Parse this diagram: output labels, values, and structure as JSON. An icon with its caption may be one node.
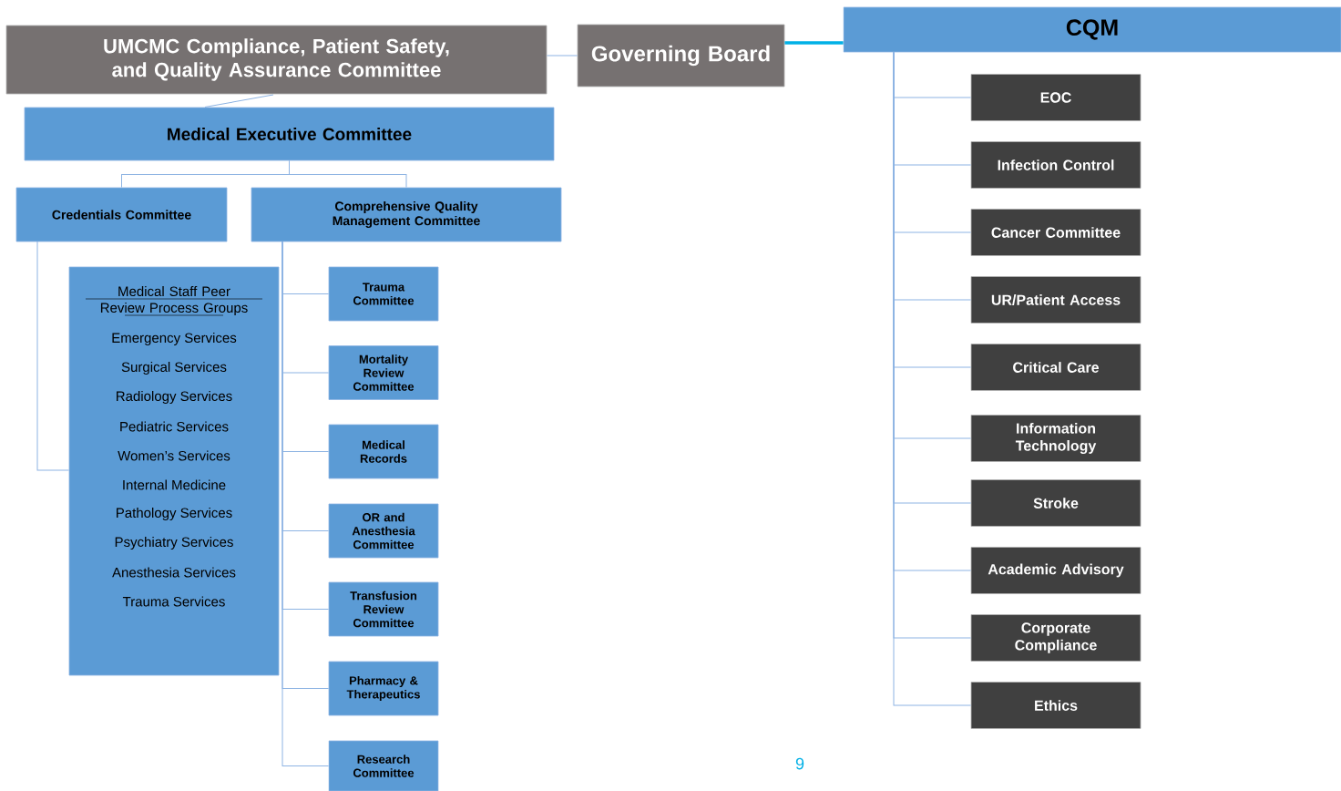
{
  "diagram": {
    "nodes": [
      {
        "text": [
          "UMCMC Compliance, Patient Safety, and Quality Assurance Committee"
        ]
      },
      {
        "text": [
          "Governing Board"
        ]
      },
      {
        "text": [
          "CQM"
        ]
      },
      {
        "text": [
          "Medical Executive Committee"
        ]
      },
      {
        "text": [
          "Credentials Committee"
        ]
      },
      {
        "text": [
          "Comprehensive Quality Management Committee"
        ]
      },
      {
        "text": [
          "Medical Staff Peer Review Process Groups",
          "Emergency Services",
          "Surgical Services",
          "Radiology Services",
          "Pediatric Services",
          "Women’s Services",
          "Internal Medicine",
          "Pathology  Services",
          "Psychiatry Services",
          "Anesthesia Services",
          "Trauma Services"
        ]
      },
      {
        "text": [
          "Trauma Committee"
        ]
      },
      {
        "text": [
          "Mortality Review Committee"
        ]
      },
      {
        "text": [
          "Medical Records"
        ]
      },
      {
        "text": [
          "OR and Anesthesia Committee"
        ]
      },
      {
        "text": [
          "Transfusion Review Committee"
        ]
      },
      {
        "text": [
          "Pharmacy & Therapeutics"
        ]
      },
      {
        "text": [
          "Research Committee"
        ]
      },
      {
        "text": [
          "EOC"
        ]
      },
      {
        "text": [
          "Infection Control"
        ]
      },
      {
        "text": [
          "Cancer Committee"
        ]
      },
      {
        "text": [
          "UR/Patient Access"
        ]
      },
      {
        "text": [
          "Critical Care"
        ]
      },
      {
        "text": [
          "Information Technology"
        ]
      },
      {
        "text": [
          "Stroke"
        ]
      },
      {
        "text": [
          "Academic Advisory"
        ]
      },
      {
        "text": [
          "Corporate Compliance"
        ]
      },
      {
        "text": [
          "Ethics"
        ]
      }
    ],
    "edges": [
      {
        "from": 0,
        "to": 1,
        "arrow": "none"
      },
      {
        "from": 1,
        "to": 2,
        "arrow": "none",
        "style": "thick",
        "color": "#00b0e6"
      },
      {
        "from": 0,
        "to": 3,
        "arrow": "none"
      },
      {
        "from": 3,
        "to": 4,
        "arrow": "none"
      },
      {
        "from": 3,
        "to": 5,
        "arrow": "none"
      },
      {
        "from": 4,
        "to": 6,
        "arrow": "none"
      },
      {
        "from": 5,
        "to": 7,
        "arrow": "none"
      },
      {
        "from": 5,
        "to": 8,
        "arrow": "none"
      },
      {
        "from": 5,
        "to": 9,
        "arrow": "none"
      },
      {
        "from": 5,
        "to": 10,
        "arrow": "none"
      },
      {
        "from": 5,
        "to": 11,
        "arrow": "none"
      },
      {
        "from": 5,
        "to": 12,
        "arrow": "none"
      },
      {
        "from": 5,
        "to": 13,
        "arrow": "none"
      },
      {
        "from": 2,
        "to": 14,
        "arrow": "none"
      },
      {
        "from": 2,
        "to": 15,
        "arrow": "none"
      },
      {
        "from": 2,
        "to": 16,
        "arrow": "none"
      },
      {
        "from": 2,
        "to": 17,
        "arrow": "none"
      },
      {
        "from": 2,
        "to": 18,
        "arrow": "none"
      },
      {
        "from": 2,
        "to": 19,
        "arrow": "none"
      },
      {
        "from": 2,
        "to": 20,
        "arrow": "none"
      },
      {
        "from": 2,
        "to": 21,
        "arrow": "none"
      },
      {
        "from": 2,
        "to": 22,
        "arrow": "none"
      },
      {
        "from": 2,
        "to": 23,
        "arrow": "none"
      }
    ],
    "labels": [
      "9"
    ]
  }
}
